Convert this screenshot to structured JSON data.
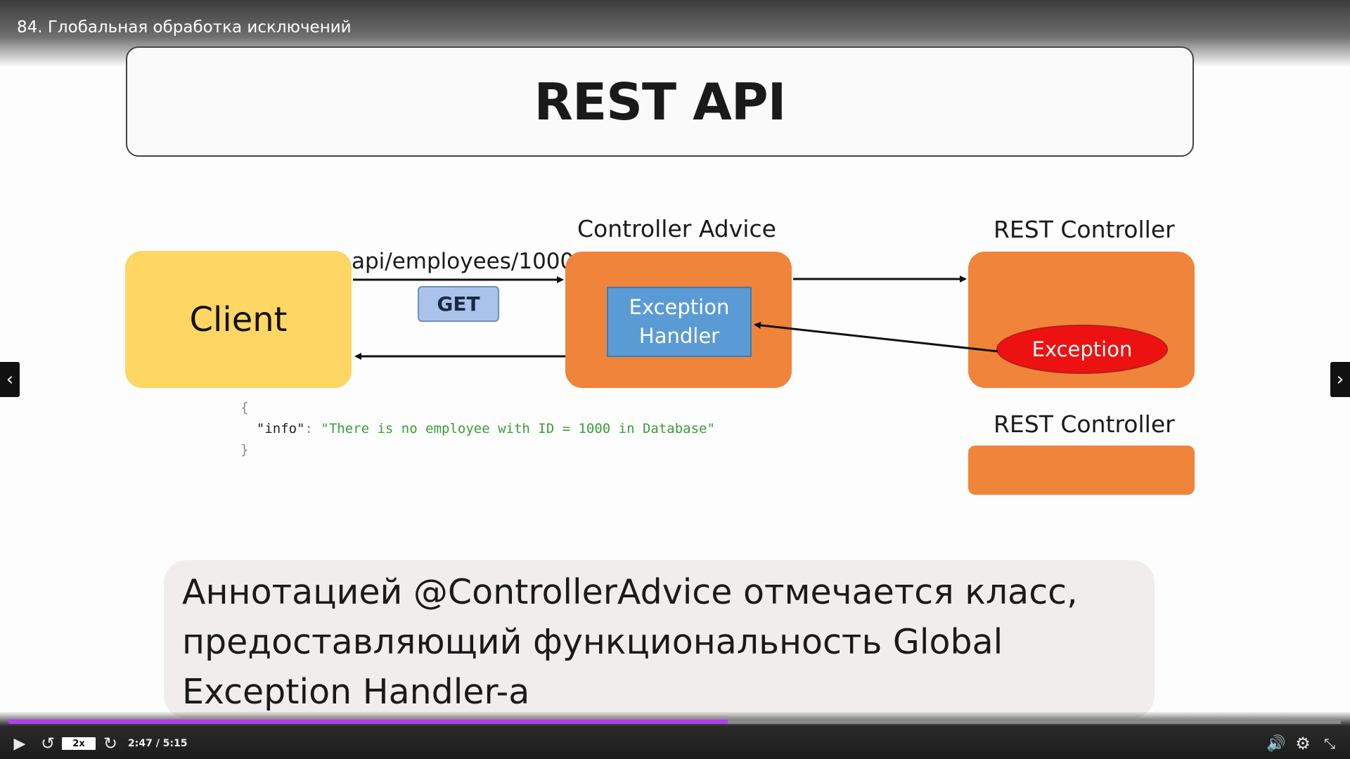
{
  "video": {
    "title": "84. Глобальная обработка исключений"
  },
  "slide": {
    "title": "REST API",
    "labels": {
      "controller_advice": "Controller Advice",
      "rest_controller_1": "REST Controller",
      "rest_controller_2": "REST Controller",
      "url": "api/employees/1000"
    },
    "client": "Client",
    "get_button": "GET",
    "exception_handler": [
      "Exception",
      "Handler"
    ],
    "exception": "Exception",
    "json_response": {
      "open": "{",
      "key": "\"info\"",
      "colon": ": ",
      "value": "\"There is no employee with ID = 1000 in Database\"",
      "close": "}"
    },
    "caption_lines": [
      "Аннотацией @ControllerAdvice отмечается класс,",
      "предоставляющий функциональность Global",
      "Exception Handler-а"
    ],
    "colors": {
      "client": "#fdd663",
      "orange": "#f0843a",
      "handler": "#5b9bd5",
      "exception": "#ee1111"
    }
  },
  "player": {
    "speed": "2x",
    "time": "2:47 / 5:15",
    "progress": 0.54,
    "accent": "#b040e8",
    "icons": [
      "play-icon",
      "replay-icon",
      "forward-icon",
      "volume-icon",
      "gear-icon",
      "exit-fullscreen-icon",
      "chevron-left-icon",
      "chevron-right-icon"
    ]
  }
}
